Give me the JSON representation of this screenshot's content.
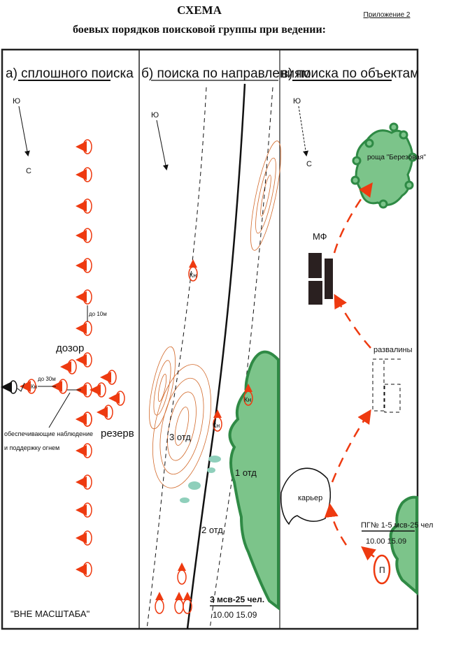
{
  "header": {
    "title": "СХЕМА",
    "subtitle": "боевых порядков поисковой группы при ведении:",
    "appendix": "Приложение 2"
  },
  "panels": {
    "a": {
      "heading": "а) сплошного поиска",
      "compass_south": "Ю",
      "compass_north": "С",
      "spacing_vertical": "до 10м",
      "spacing_horizontal": "до 30м",
      "patrol": "дозор",
      "commander": "Кн",
      "support": "обеспечивающие наблюдение",
      "support2": "и поддержку огнем",
      "reserve": "резерв",
      "scale_note": "\"ВНЕ МАСШТАБА\""
    },
    "b": {
      "heading": "б) поиска по направлениям",
      "compass_south": "Ю",
      "commander1": "Кн",
      "commander2": "Кн",
      "commander3": "Кн",
      "squad3": "3 отд",
      "squad1": "1 отд",
      "squad2": "2 отд",
      "unit": "3 мсв-25 чел.",
      "time": "10.00 15.09"
    },
    "c": {
      "heading": "в) поиска по объектам",
      "compass_south": "Ю",
      "compass_north": "С",
      "grove": "роща \"Березовая\"",
      "farm": "МФ",
      "ruins": "развалины",
      "quarry": "карьер",
      "point": "П",
      "group": "ПГ№ 1-5 мсв-25 чел",
      "time": "10.00 15.09"
    }
  },
  "colors": {
    "red": "#ee3a10",
    "green": "#7cc48a",
    "dark_green": "#2f8a45",
    "contour": "#d2692a"
  }
}
